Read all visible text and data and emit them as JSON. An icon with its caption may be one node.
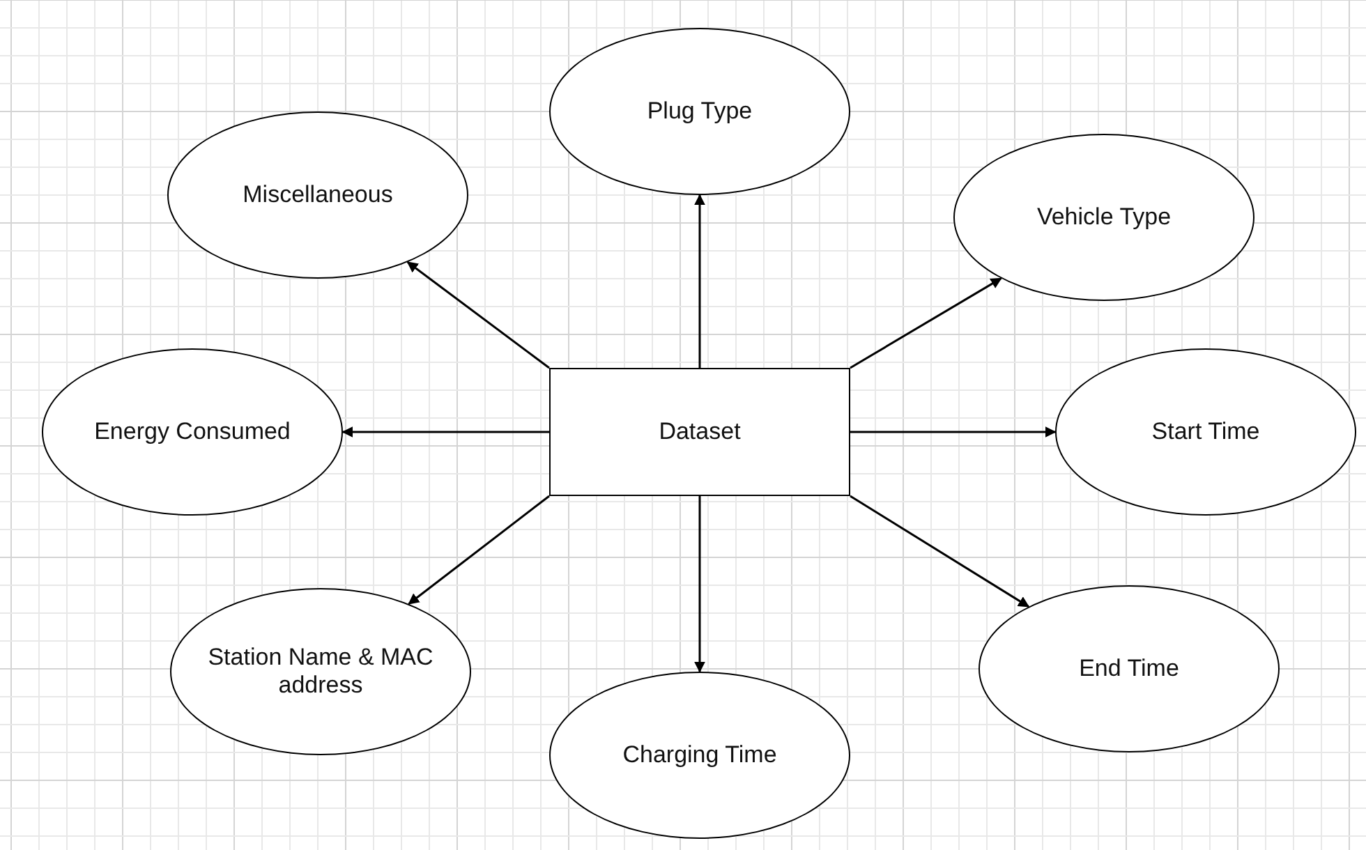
{
  "diagram": {
    "nodes": [
      {
        "text": [
          "Plug Type"
        ]
      },
      {
        "text": [
          "Miscellaneous"
        ]
      },
      {
        "text": [
          "Vehicle Type"
        ]
      },
      {
        "text": [
          "Dataset"
        ]
      },
      {
        "text": [
          "Energy Consumed"
        ]
      },
      {
        "text": [
          "Start Time"
        ]
      },
      {
        "text": [
          "End Time"
        ]
      },
      {
        "text": [
          "Station Name & MAC address"
        ]
      },
      {
        "text": [
          "Charging Time"
        ]
      }
    ],
    "edges": [
      {
        "from": 3,
        "to": 0,
        "arrow": "to"
      },
      {
        "from": 3,
        "to": 1,
        "arrow": "to"
      },
      {
        "from": 3,
        "to": 2,
        "arrow": "to"
      },
      {
        "from": 3,
        "to": 4,
        "arrow": "to"
      },
      {
        "from": 3,
        "to": 5,
        "arrow": "to"
      },
      {
        "from": 3,
        "to": 6,
        "arrow": "to"
      },
      {
        "from": 3,
        "to": 7,
        "arrow": "to"
      },
      {
        "from": 3,
        "to": 8,
        "arrow": "to"
      }
    ]
  }
}
